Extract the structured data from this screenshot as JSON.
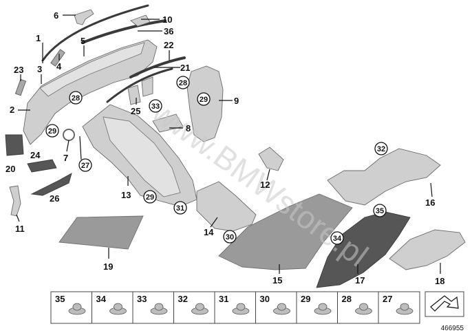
{
  "labels": {
    "l1": "1",
    "l2": "2",
    "l3": "3",
    "l4": "4",
    "l5": "5",
    "l6": "6",
    "l7": "7",
    "l8": "8",
    "l9": "9",
    "l10": "10",
    "l11": "11",
    "l12": "12",
    "l13": "13",
    "l14": "14",
    "l15": "15",
    "l16": "16",
    "l17": "17",
    "l18": "18",
    "l19": "19",
    "l20": "20",
    "l21": "21",
    "l22": "22",
    "l23": "23",
    "l24": "24",
    "l25": "25",
    "l26": "26",
    "l36": "36"
  },
  "callouts": {
    "c28a": "28",
    "c28b": "28",
    "c29a": "29",
    "c29b": "29",
    "c29c": "29",
    "c27": "27",
    "c33": "33",
    "c31": "31",
    "c30": "30",
    "c32": "32",
    "c35": "35",
    "c34": "34"
  },
  "watermark": "www.BMWstore.pl",
  "legend": [
    "35",
    "34",
    "33",
    "32",
    "31",
    "30",
    "29",
    "28",
    "27"
  ],
  "doc_number": "466955"
}
